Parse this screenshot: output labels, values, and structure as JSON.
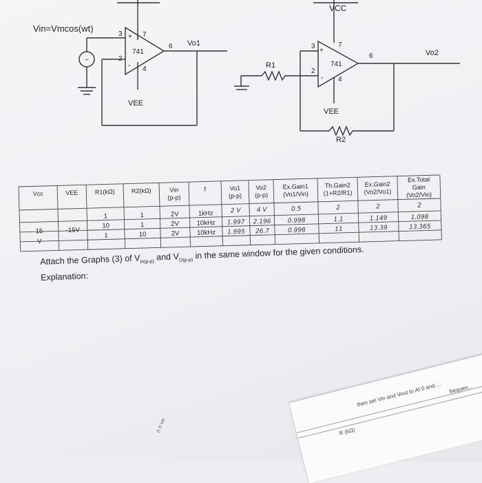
{
  "circuit": {
    "vcc_label": "VCC",
    "vin_label": "Vin=Vmcos(wt)",
    "opamp1": {
      "name": "741",
      "pin_plus": "+",
      "pin_minus": "-",
      "pin3": "3",
      "pin2": "2",
      "pin7": "7",
      "pin4": "4",
      "pin6": "6",
      "vee": "VEE",
      "out": "Vo1"
    },
    "opamp2": {
      "name": "741",
      "pin_plus": "+",
      "pin_minus": "-",
      "pin3": "3",
      "pin2": "2",
      "pin7": "7",
      "pin4": "4",
      "pin6": "6",
      "vee": "VEE",
      "out": "Vo2"
    },
    "r1": "R1",
    "r2": "R2"
  },
  "table": {
    "headers": [
      [
        "Vcc"
      ],
      [
        "VEE"
      ],
      [
        "R1(kΩ)"
      ],
      [
        "R2(kΩ)"
      ],
      [
        "Vin",
        "(p-p)"
      ],
      [
        "f"
      ],
      [
        "Vo1",
        "(p-p)"
      ],
      [
        "Vo2",
        "(p-p)"
      ],
      [
        "Ex.Gain1",
        "(Vo1/Vin)"
      ],
      [
        "Th.Gain2",
        "(1+R2/R1)"
      ],
      [
        "Ex.Gain2",
        "(Vo2/Vo1)"
      ],
      [
        "Ex.Total",
        "Gain",
        "(Vo2/Vin)"
      ]
    ],
    "handwritten_row": [
      "",
      "",
      "",
      "",
      "",
      "",
      "2 V",
      "4 V",
      "0.5",
      "2",
      "2",
      "2"
    ],
    "vcc_value": "15",
    "vcc_unit": "V",
    "vee_value": "-15V",
    "rows": [
      {
        "r1": "1",
        "r2": "1",
        "vin": "2V",
        "f": "1kHz",
        "vo1": "",
        "vo2": "",
        "g1": "",
        "tg2": "",
        "g2": "",
        "tg": ""
      },
      {
        "r1": "10",
        "r2": "1",
        "vin": "2V",
        "f": "10kHz",
        "vo1": "1.997",
        "vo2": "2.196",
        "g1": "0.998",
        "tg2": "1.1",
        "g2": "1.149",
        "tg": "1.098"
      },
      {
        "r1": "1",
        "r2": "10",
        "vin": "2V",
        "f": "10kHz",
        "vo1": "1.995",
        "vo2": "26.7",
        "g1": "0.998",
        "tg2": "11",
        "g2": "13.39",
        "tg": "13.365"
      }
    ]
  },
  "attach_text": {
    "before": "Attach the Graphs (3) of V",
    "sub1": "in(p-p)",
    "mid": " and V",
    "sub2": "O(p-p)",
    "after": " in the same window for the given conditions.",
    "explanation": "Explanation:"
  },
  "next_page": {
    "line1": "then set Vin and Vout to AI 0 and ...",
    "line2": "R (kΩ)",
    "line3": "frequen..."
  }
}
